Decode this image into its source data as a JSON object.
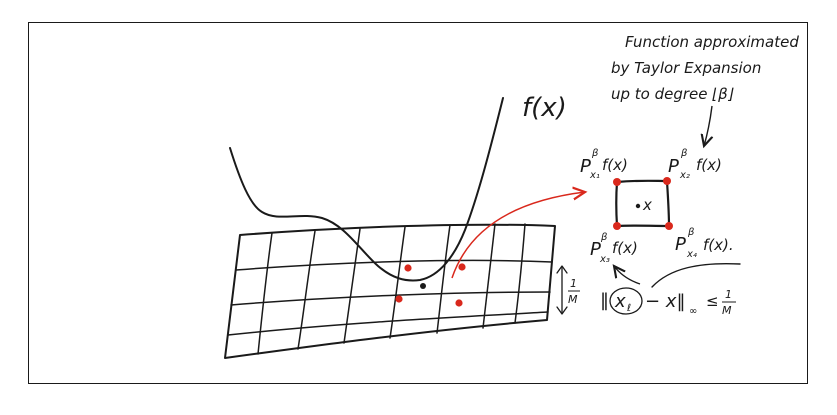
{
  "note": {
    "line1": "Function approximated",
    "line2": "by Taylor Expansion",
    "line3": "up to degree ⌊β⌋"
  },
  "curve_label": "f(x)",
  "corner_labels": {
    "x1": {
      "p": "P",
      "sup": "β",
      "sub": "x₁",
      "f": "f(x)"
    },
    "x2": {
      "p": "P",
      "sup": "β",
      "sub": "x₂",
      "f": "f(x)"
    },
    "x3": {
      "p": "P",
      "sup": "β",
      "sub": "x₃",
      "f": "f(x)"
    },
    "x4": {
      "p": "P",
      "sup": "β",
      "sub": "x₄",
      "f": "f(x)."
    }
  },
  "center_point_label": "x",
  "grid_spacing_label": {
    "num": "1",
    "den": "M"
  },
  "norm_condition": {
    "open": "‖",
    "center": "x",
    "center_sub": "ℓ",
    "rest": "− x‖",
    "sub": "∞",
    "leq": "≤",
    "num": "1",
    "den": "M"
  },
  "colors": {
    "ink": "#1a1a1a",
    "point": "#d9281c",
    "arrow": "#d9281c"
  }
}
